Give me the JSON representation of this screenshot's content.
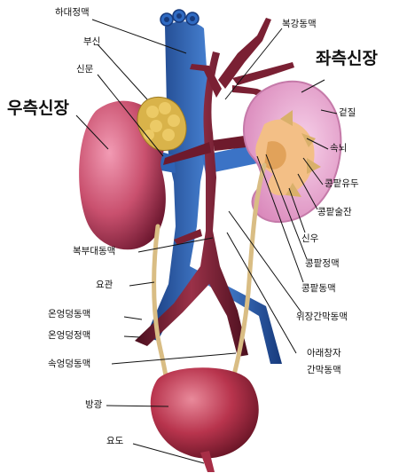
{
  "diagram": {
    "labels": {
      "inferior_vena_cava": "하대정맥",
      "adrenal_gland": "부신",
      "renal_hilum": "신문",
      "right_kidney": "우측신장",
      "celiac_artery": "복강동맥",
      "left_kidney": "좌측신장",
      "renal_cortex": "겉질",
      "renal_medulla": "속뇌",
      "renal_papilla": "콩팥유두",
      "renal_column": "콩팥술잔",
      "renal_pelvis": "신우",
      "abdominal_aorta": "복부대동맥",
      "renal_vein": "콩팥정맥",
      "ureter": "요관",
      "renal_artery": "콩팥동맥",
      "common_iliac_artery": "온엉덩동맥",
      "superior_mesenteric_artery": "위장간막동맥",
      "common_iliac_vein": "온엉덩정맥",
      "inferior_mesenteric_artery_1": "아래창자",
      "inferior_mesenteric_artery_2": "간막동맥",
      "internal_iliac_artery": "속엉덩동맥",
      "bladder": "방광",
      "urethra": "요도"
    },
    "colors": {
      "vein": "#2e5fae",
      "artery": "#7a2033",
      "kidney": "#c9506e",
      "kidney_section": "#e9a9cf",
      "medulla": "#f3bf86",
      "adrenal": "#d9b34a",
      "ureter": "#d9bd84",
      "bladder": "#b8344d"
    }
  }
}
